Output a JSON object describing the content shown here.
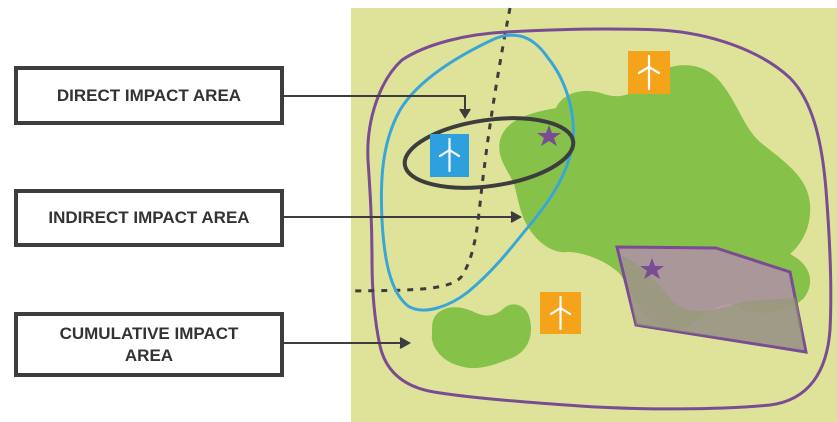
{
  "labels": {
    "direct": "DIRECT IMPACT AREA",
    "indirect": "INDIRECT IMPACT AREA",
    "cumulative_line1": "CUMULATIVE IMPACT",
    "cumulative_line2": "AREA"
  },
  "colors": {
    "map_background": "#dfe39a",
    "habitat_green": "#86c24a",
    "cumulative_outline": "#7a4c94",
    "indirect_outline": "#3aa6d8",
    "direct_outline": "#3d3d3d",
    "protected_area_fill": "#b08fa8",
    "star": "#7a4c94",
    "turbine_blue": "#2ea0dd",
    "turbine_orange": "#f6a31c",
    "box_border": "#3d3d3d"
  },
  "icons": [
    "wind-turbine-icon",
    "wind-turbine-icon",
    "wind-turbine-icon",
    "star-icon",
    "star-icon"
  ]
}
